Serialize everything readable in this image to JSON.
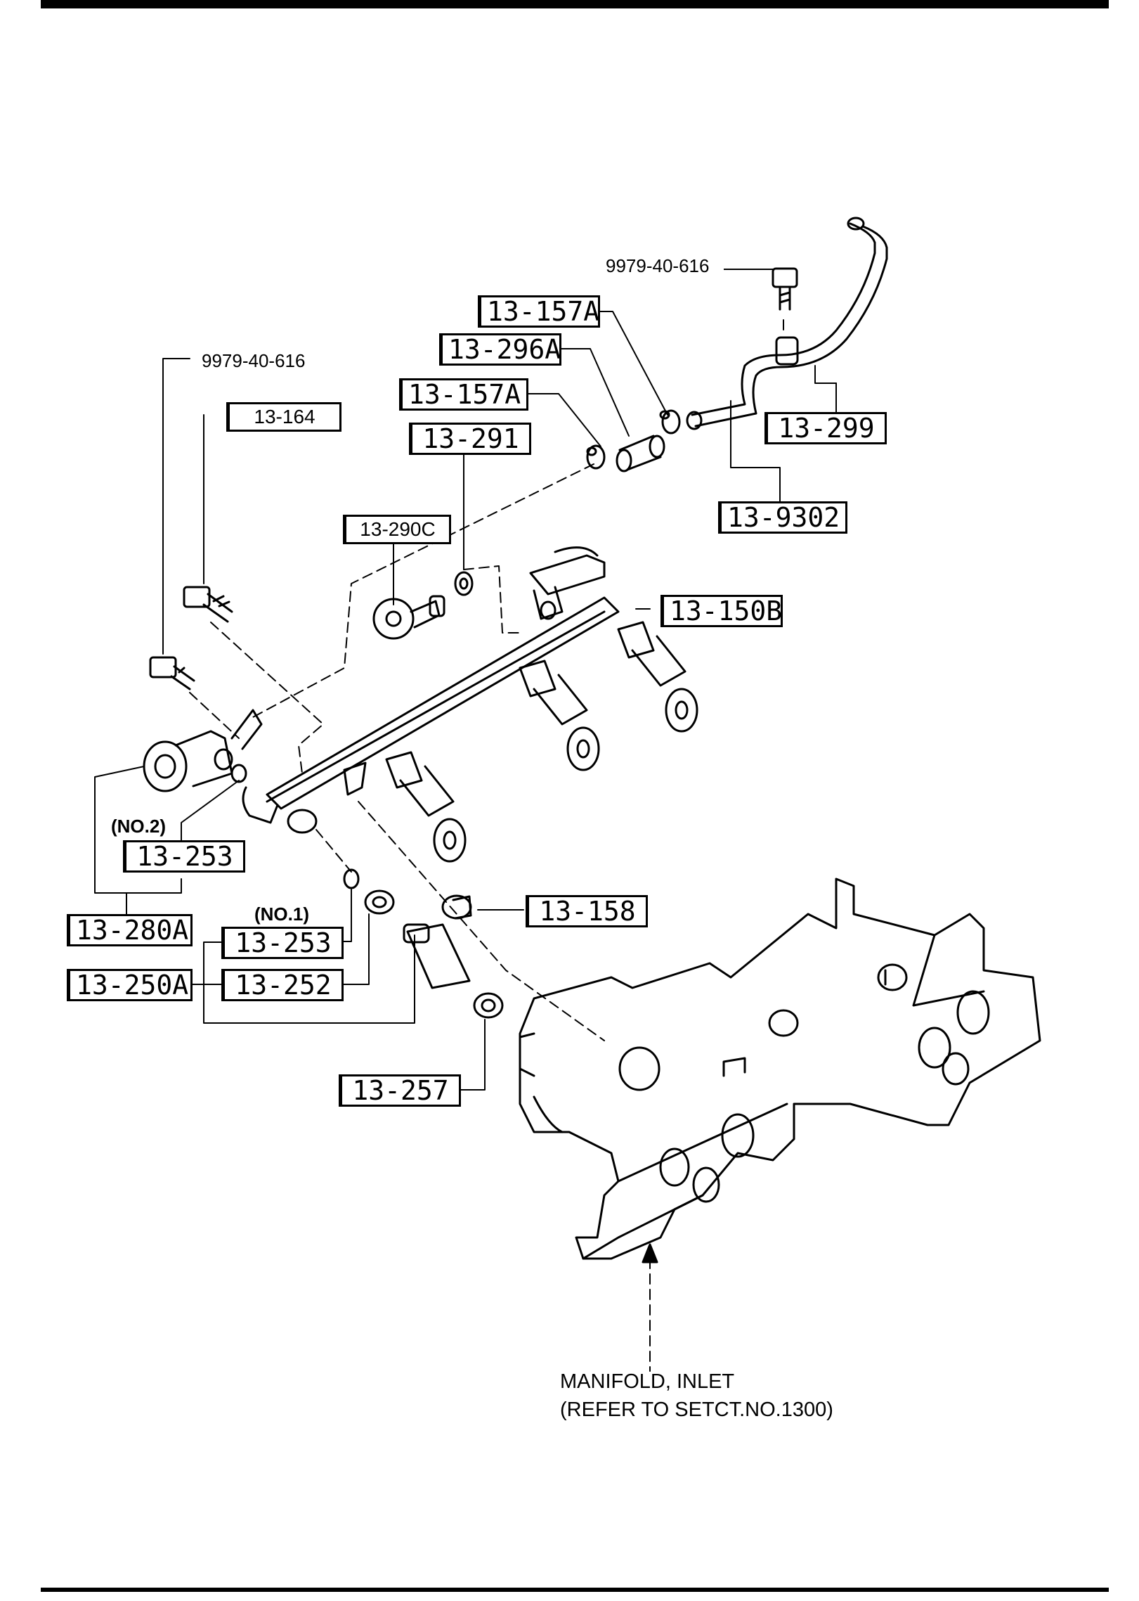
{
  "callouts": {
    "c_157a_top": "13-157A",
    "c_296a": "13-296A",
    "c_157a_mid": "13-157A",
    "c_291": "13-291",
    "c_164": "13-164",
    "c_290c": "13-290C",
    "c_299": "13-299",
    "c_9302": "13-9302",
    "c_150b": "13-150B",
    "c_253_no2": "13-253",
    "c_280a": "13-280A",
    "c_158": "13-158",
    "c_253_no1": "13-253",
    "c_250a": "13-250A",
    "c_252": "13-252",
    "c_257": "13-257"
  },
  "part_numbers": {
    "bolt_top": "9979-40-616",
    "bolt_left": "9979-40-616"
  },
  "qualifiers": {
    "no2": "(NO.2)",
    "no1": "(NO.1)"
  },
  "manifold_note": {
    "line1": "MANIFOLD, INLET",
    "line2": "(REFER TO SETCT.NO.1300)"
  }
}
